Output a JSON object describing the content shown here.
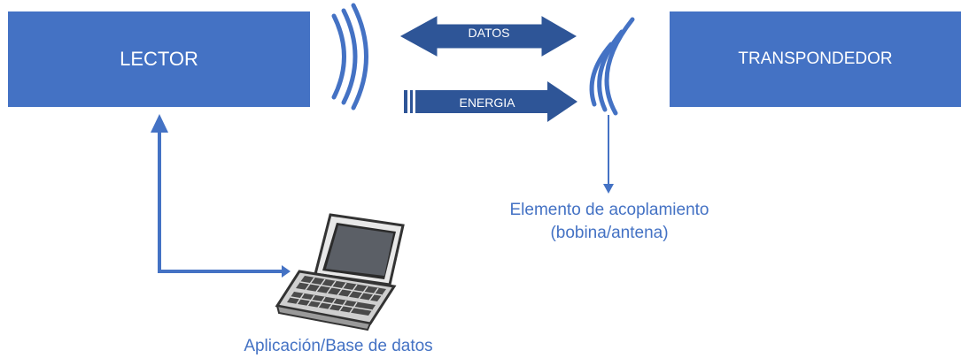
{
  "blocks": {
    "reader": "LECTOR",
    "transponder": "TRANSPONDEDOR"
  },
  "arrows": {
    "data": "DATOS",
    "energy": "ENERGIA"
  },
  "captions": {
    "coupling_line1": "Elemento de acoplamiento",
    "coupling_line2": "(bobina/antena)",
    "application": "Aplicación/Base de datos"
  },
  "colors": {
    "primary": "#4472c4",
    "arrow_fill": "#2e5597",
    "laptop_body": "#d9d9d9"
  },
  "icons": [
    "radio-waves-icon",
    "laptop-icon"
  ]
}
